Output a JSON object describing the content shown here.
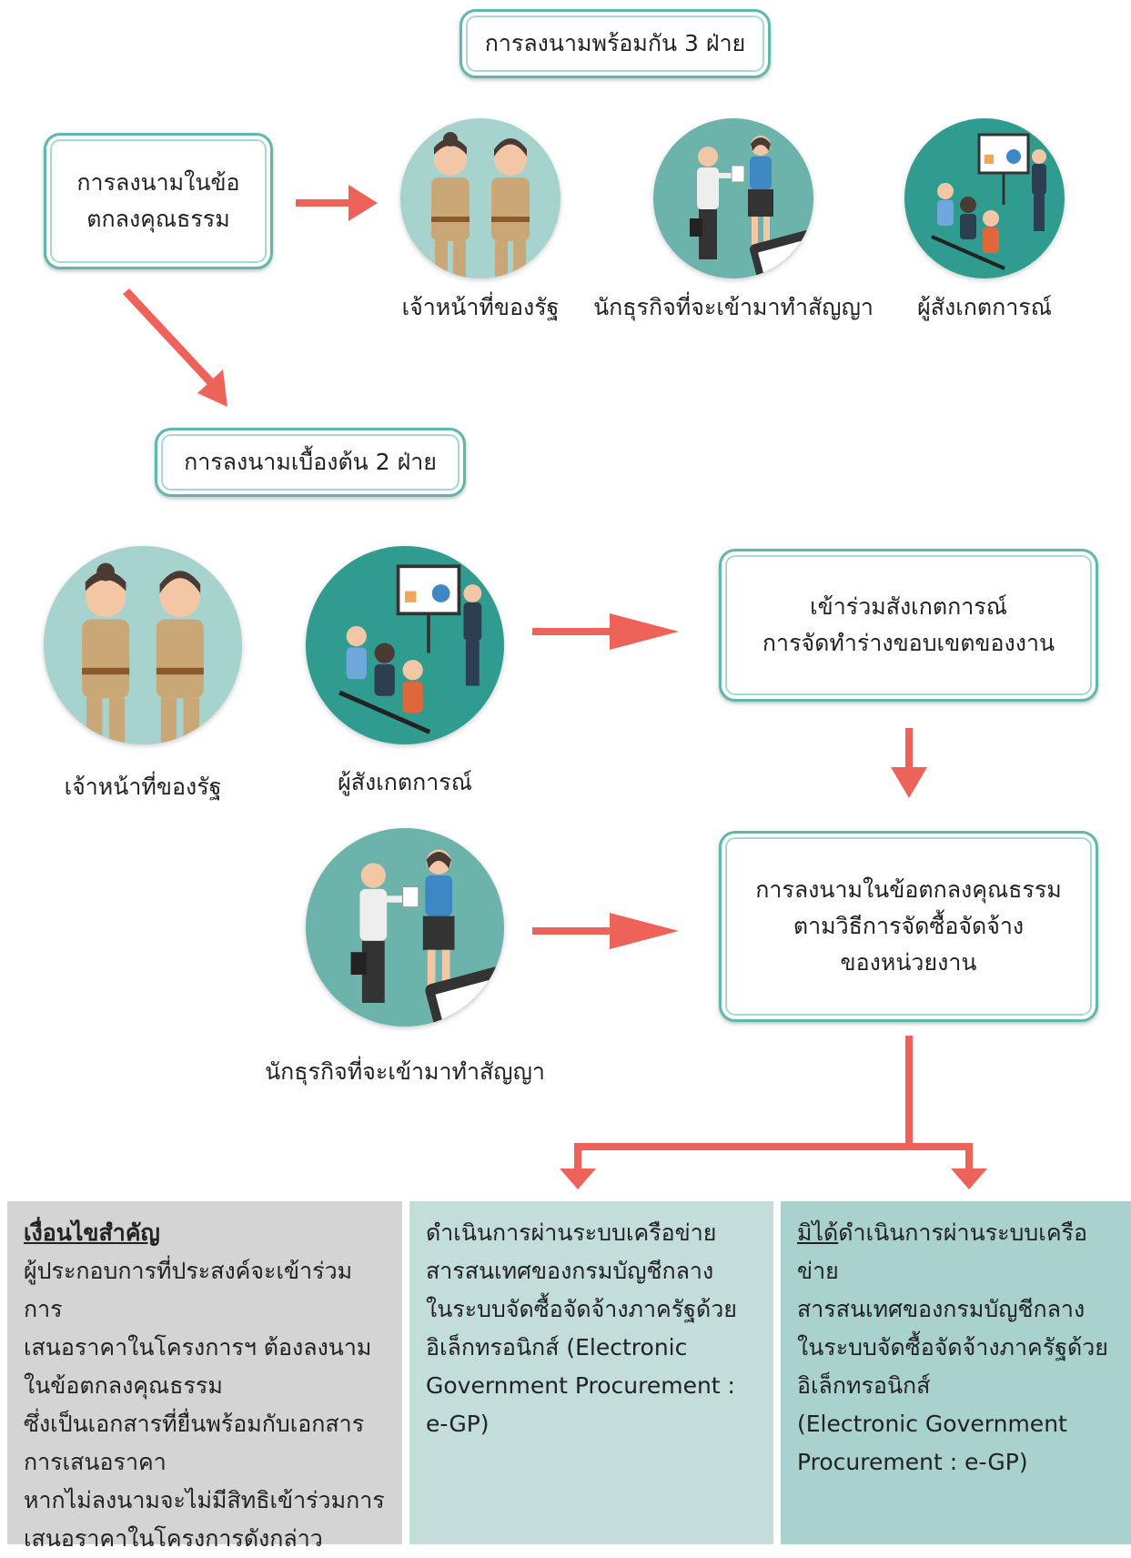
{
  "top": {
    "title": "การลงนามพร้อมกัน 3 ฝ่าย",
    "start_box": [
      "การลงนามในข้อ",
      "ตกลงคุณธรรม"
    ],
    "people": [
      {
        "label": "เจ้าหน้าที่ของรัฐ",
        "icon": "officers-icon"
      },
      {
        "label": "นักธุรกิจที่จะเข้ามาทำสัญญา",
        "icon": "business-handshake-icon"
      },
      {
        "label": "ผู้สังเกตการณ์",
        "icon": "observers-presentation-icon"
      }
    ]
  },
  "middle": {
    "title": "การลงนามเบื้องต้น 2 ฝ่าย",
    "officer_label": "เจ้าหน้าที่ของรัฐ",
    "observer_label": "ผู้สังเกตการณ์",
    "business_label": "นักธุรกิจที่จะเข้ามาทำสัญญา",
    "observe_box": [
      "เข้าร่วมสังเกตการณ์",
      "การจัดทำร่างขอบเขตของงาน"
    ],
    "sign_box": [
      "การลงนามในข้อตกลงคุณธรรม",
      "ตามวิธีการจัดซื้อจัดจ้าง",
      "ของหน่วยงาน"
    ]
  },
  "panels": {
    "conditions": {
      "heading": "เงื่อนไขสำคัญ",
      "lines": [
        "ผู้ประกอบการที่ประสงค์จะเข้าร่วมการ",
        "เสนอราคาในโครงการฯ ต้องลงนาม",
        "ในข้อตกลงคุณธรรม",
        "ซึ่งเป็นเอกสารที่ยื่นพร้อมกับเอกสาร",
        "การเสนอราคา",
        "หากไม่ลงนามจะไม่มีสิทธิเข้าร่วมการ",
        "เสนอราคาในโครงการดังกล่าว"
      ]
    },
    "via_egp": {
      "lines": [
        "ดำเนินการผ่านระบบเครือข่าย",
        "สารสนเทศของกรมบัญชีกลาง",
        "ในระบบจัดซื้อจัดจ้างภาครัฐด้วย",
        "อิเล็กทรอนิกส์ (Electronic",
        "Government Procurement :",
        "e-GP)"
      ]
    },
    "not_via_egp": {
      "prefix": "มิได้",
      "lines": [
        "ดำเนินการผ่านระบบเครือข่าย",
        "สารสนเทศของกรมบัญชีกลาง",
        "ในระบบจัดซื้อจัดจ้างภาครัฐด้วย",
        "อิเล็กทรอนิกส์",
        "(Electronic Government",
        "Procurement : e-GP)"
      ]
    }
  },
  "colors": {
    "arrow": "#ee6359",
    "box_border": "#5fb8ad",
    "panel_gray": "#d4d4d4",
    "panel_light": "#c3ddd9",
    "panel_teal": "#a9d1cd",
    "circle_officer": "#a7d3ce",
    "circle_business": "#6cb3ab",
    "circle_observer": "#2f9c8f"
  }
}
